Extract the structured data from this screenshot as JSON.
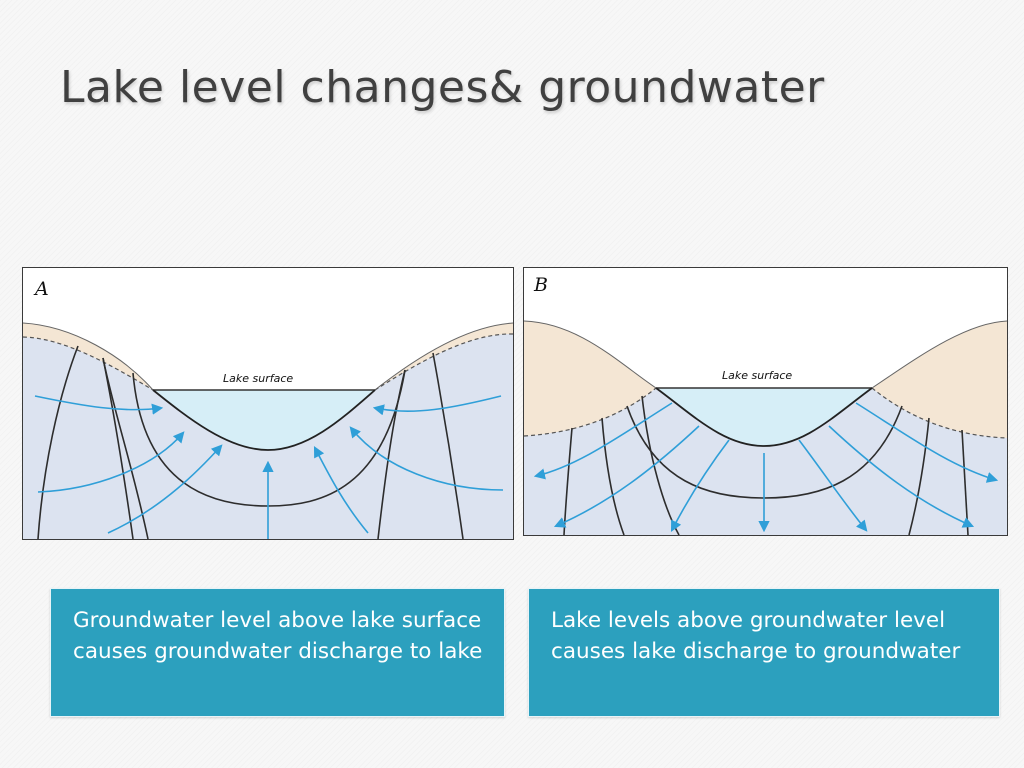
{
  "slide": {
    "title": "Lake level changes& groundwater"
  },
  "diagram_a": {
    "letter": "A",
    "lake_label": "Lake surface",
    "caption": "Groundwater level above lake surface causes groundwater discharge to lake"
  },
  "diagram_b": {
    "letter": "B",
    "lake_label": "Lake surface",
    "caption": "Lake levels above groundwater level causes lake discharge to groundwater"
  },
  "colors": {
    "ground": "#dce3f0",
    "unsaturated": "#f4e6d4",
    "lake": "#d6eef7",
    "flow": "#2f9fd8",
    "caption_box": "#2ca0be"
  }
}
